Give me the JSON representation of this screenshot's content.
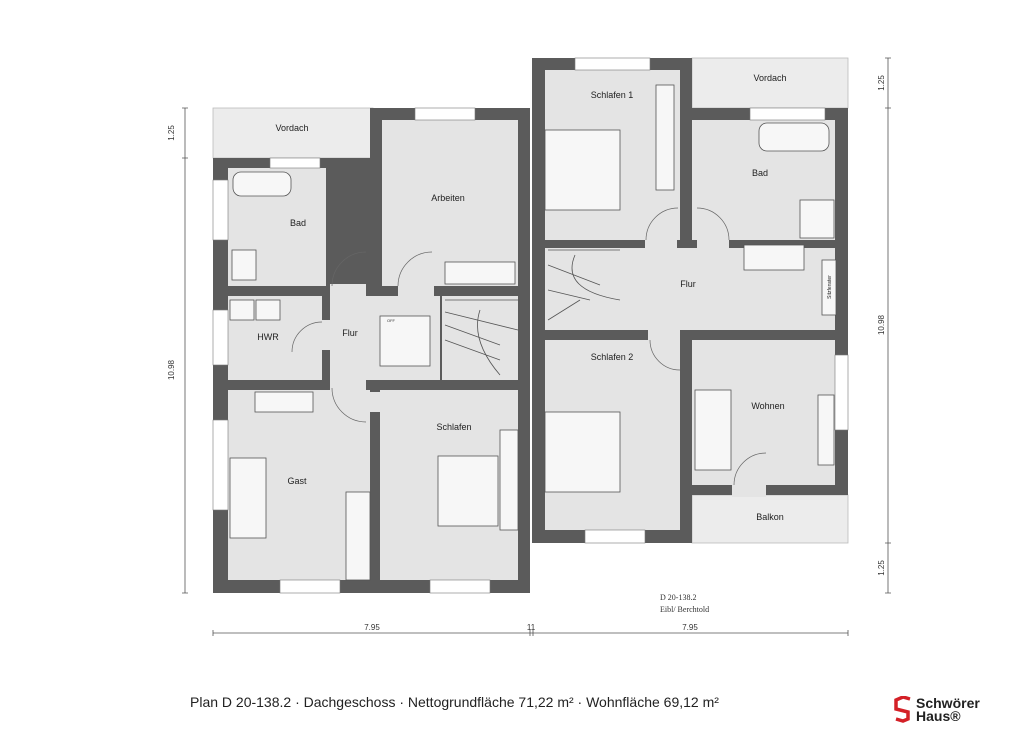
{
  "plan": {
    "left_unit": {
      "rooms": [
        "Vordach",
        "Bad",
        "Arbeiten",
        "HWR",
        "Flur",
        "Gast",
        "Schlafen"
      ],
      "stair_label": "OFF"
    },
    "right_unit": {
      "rooms": [
        "Schlafen 1",
        "Vordach",
        "Bad",
        "Flur",
        "Sitzfenster",
        "Schlafen 2",
        "Wohnen",
        "Balkon"
      ]
    },
    "dimensions": {
      "left_vertical": [
        "1.25",
        "10.98"
      ],
      "right_vertical": [
        "1.25",
        "10.98",
        "1.25"
      ],
      "bottom": [
        "7.95",
        "11",
        "7.95"
      ]
    },
    "plan_info": [
      "D 20-138.2",
      "Eibl/ Berchtold"
    ]
  },
  "caption": "Plan  D 20-138.2 · Dachgeschoss · Nettogrundfläche 71,22 m² · Wohnfläche 69,12 m²",
  "logo": {
    "line1": "Schwörer",
    "line2": "Haus®",
    "color": "#d42027"
  }
}
